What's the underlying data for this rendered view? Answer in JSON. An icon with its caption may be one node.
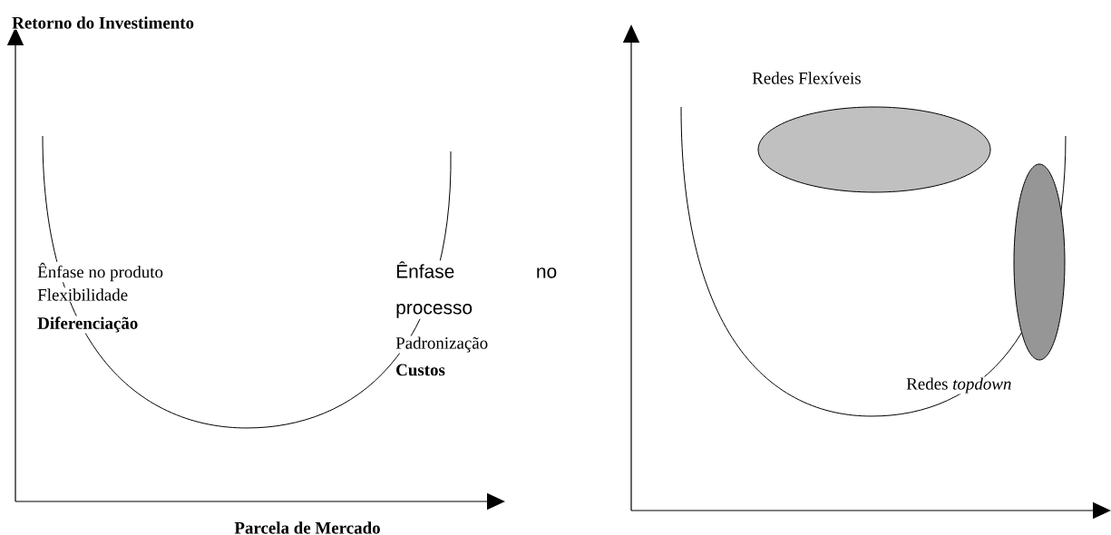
{
  "diagram": {
    "nodes": [
      {
        "text": [
          "Redes Flexíveis"
        ]
      },
      {
        "text": [],
        "shape": "ellipse"
      },
      {
        "text": [],
        "shape": "ellipse"
      },
      {
        "text": [
          "Redes *topdown*"
        ]
      }
    ],
    "edges": [],
    "labels": [
      "Retorno do Investimento",
      "Ênfase no produto",
      "Flexibilidade",
      "Diferenciação",
      "Ênfase no processo",
      "Padronização",
      "Custos",
      "Parcela de Mercado"
    ]
  }
}
